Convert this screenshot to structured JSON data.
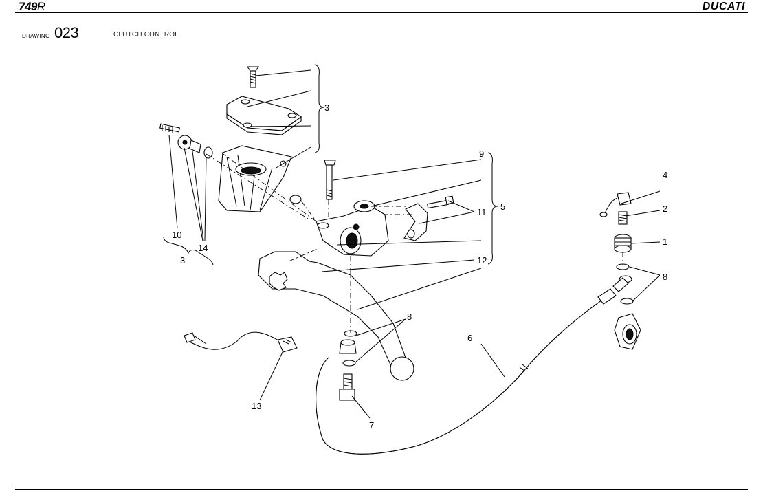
{
  "header": {
    "model": "749",
    "model_suffix": "R",
    "brand": "DUCATI"
  },
  "drawing": {
    "label": "DRAWING",
    "number": "023",
    "title": "CLUTCH CONTROL"
  },
  "callouts": [
    {
      "id": "callout-1",
      "text": "1"
    },
    {
      "id": "callout-2",
      "text": "2"
    },
    {
      "id": "callout-3-top",
      "text": "3"
    },
    {
      "id": "callout-3-left",
      "text": "3"
    },
    {
      "id": "callout-4",
      "text": "4"
    },
    {
      "id": "callout-5",
      "text": "5"
    },
    {
      "id": "callout-6",
      "text": "6"
    },
    {
      "id": "callout-7",
      "text": "7"
    },
    {
      "id": "callout-8-right",
      "text": "8"
    },
    {
      "id": "callout-8-center",
      "text": "8"
    },
    {
      "id": "callout-9",
      "text": "9"
    },
    {
      "id": "callout-10",
      "text": "10"
    },
    {
      "id": "callout-11",
      "text": "11"
    },
    {
      "id": "callout-12",
      "text": "12"
    },
    {
      "id": "callout-13",
      "text": "13"
    },
    {
      "id": "callout-14",
      "text": "14"
    }
  ]
}
